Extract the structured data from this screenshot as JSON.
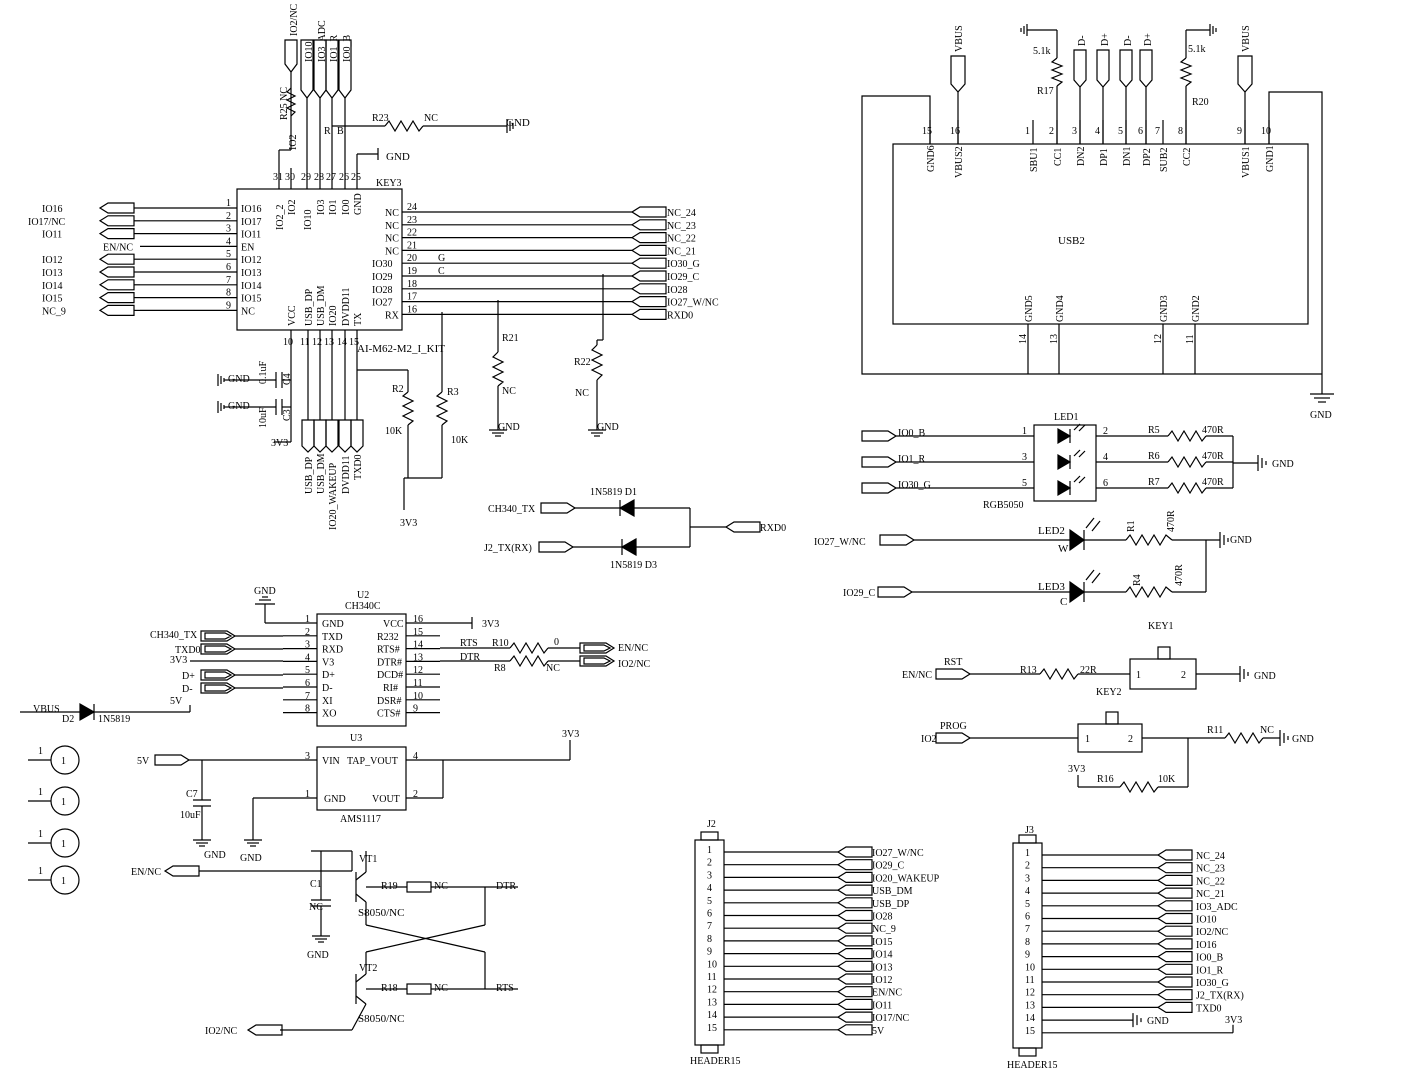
{
  "u1": {
    "name": "AI-M62-M2_I_KIT",
    "left_pins": [
      {
        "num": "1",
        "name": "IO16",
        "net": "IO16"
      },
      {
        "num": "2",
        "name": "IO17",
        "net": "IO17/NC"
      },
      {
        "num": "3",
        "name": "IO11",
        "net": "IO11"
      },
      {
        "num": "4",
        "name": "EN",
        "net": "EN/NC"
      },
      {
        "num": "5",
        "name": "IO12",
        "net": "IO12"
      },
      {
        "num": "6",
        "name": "IO13",
        "net": "IO13"
      },
      {
        "num": "7",
        "name": "IO14",
        "net": "IO14"
      },
      {
        "num": "8",
        "name": "IO15",
        "net": "IO15"
      },
      {
        "num": "9",
        "name": "NC",
        "net": "NC_9"
      }
    ],
    "right_pins": [
      {
        "num": "24",
        "name": "NC",
        "net": "NC_24",
        "tag": ""
      },
      {
        "num": "23",
        "name": "NC",
        "net": "NC_23",
        "tag": ""
      },
      {
        "num": "22",
        "name": "NC",
        "net": "NC_22",
        "tag": ""
      },
      {
        "num": "21",
        "name": "NC",
        "net": "NC_21",
        "tag": ""
      },
      {
        "num": "20",
        "name": "IO30",
        "net": "IO30_G",
        "tag": "G"
      },
      {
        "num": "19",
        "name": "IO29",
        "net": "IO29_C",
        "tag": "C"
      },
      {
        "num": "18",
        "name": "IO28",
        "net": "IO28",
        "tag": ""
      },
      {
        "num": "17",
        "name": "IO27",
        "net": "IO27_W/NC",
        "tag": ""
      },
      {
        "num": "16",
        "name": "RX",
        "net": "RXD0",
        "tag": ""
      }
    ],
    "top_pins": [
      {
        "num": "31",
        "name": "IO2_2"
      },
      {
        "num": "30",
        "name": "IO2"
      },
      {
        "num": "29",
        "name": "IO10"
      },
      {
        "num": "28",
        "name": "IO3"
      },
      {
        "num": "27",
        "name": "IO1"
      },
      {
        "num": "26",
        "name": "IO0"
      },
      {
        "num": "25",
        "name": "GND"
      }
    ],
    "top_nets": [
      "IO2/NC",
      "IO10",
      "IO3_ADC",
      "IO1_R",
      "IO0_B"
    ],
    "bottom_pins": [
      {
        "num": "10",
        "name": "VCC"
      },
      {
        "num": "11",
        "name": "USB_DP"
      },
      {
        "num": "12",
        "name": "USB_DM"
      },
      {
        "num": "13",
        "name": "IO20"
      },
      {
        "num": "14",
        "name": "DVDD11"
      },
      {
        "num": "15",
        "name": "TX"
      }
    ],
    "bottom_nets": [
      "USB_DP",
      "USB_DM",
      "IO20_WAKEUP",
      "DVDD11",
      "TXD0"
    ],
    "r25": "R25 NC",
    "r23": "R23",
    "r23_val": "NC",
    "gnd": "GND",
    "key3": "KEY3",
    "r_lbl": "R",
    "b_lbl": "B",
    "io2_lbl": "IO2",
    "gnd_c4": "GND",
    "gnd_c3": "GND",
    "c4": "C4",
    "c4_val": "0.1uF",
    "c3": "C3",
    "c3_val": "10uF",
    "v3v3": "3V3",
    "r2": "R2",
    "r2_val": "10K",
    "r3": "R3",
    "r3_val": "10K",
    "v3v3_b": "3V3",
    "r21": "R21",
    "r21_val": "NC",
    "r22": "R22",
    "r22_val": "NC",
    "gnd_r21": "GND",
    "gnd_r22": "GND"
  },
  "diodes": {
    "d1": "1N5819 D1",
    "d3": "1N5819 D3",
    "ch340_tx": "CH340_TX",
    "j2_tx": "J2_TX(RX)",
    "rxd0": "RXD0"
  },
  "usb2": {
    "name": "USB2",
    "top_pins": [
      {
        "num": "15",
        "name": "GND6"
      },
      {
        "num": "16",
        "name": "VBUS2"
      },
      {
        "num": "1",
        "name": "SBU1"
      },
      {
        "num": "2",
        "name": "CC1"
      },
      {
        "num": "3",
        "name": "DN2"
      },
      {
        "num": "4",
        "name": "DP1"
      },
      {
        "num": "5",
        "name": "DN1"
      },
      {
        "num": "6",
        "name": "DP2"
      },
      {
        "num": "7",
        "name": "SUB2"
      },
      {
        "num": "8",
        "name": "CC2"
      },
      {
        "num": "9",
        "name": "VBUS1"
      },
      {
        "num": "10",
        "name": "GND1"
      }
    ],
    "bottom_pins": [
      {
        "num": "14",
        "name": "GND5"
      },
      {
        "num": "13",
        "name": "GND4"
      },
      {
        "num": "12",
        "name": "GND3"
      },
      {
        "num": "11",
        "name": "GND2"
      }
    ],
    "top_nets": [
      "VBUS",
      "D-",
      "D+",
      "D-",
      "D+",
      "VBUS"
    ],
    "r17": "R17",
    "r17_val": "5.1k",
    "r20": "R20",
    "r20_val": "5.1k",
    "gnd": "GND"
  },
  "led1": {
    "name": "LED1",
    "part": "RGB5050",
    "rows": [
      {
        "net": "IO0_B",
        "pin_in": "1",
        "pin_out": "2",
        "res": "R5",
        "val": "470R"
      },
      {
        "net": "IO1_R",
        "pin_in": "3",
        "pin_out": "4",
        "res": "R6",
        "val": "470R"
      },
      {
        "net": "IO30_G",
        "pin_in": "5",
        "pin_out": "6",
        "res": "R7",
        "val": "470R"
      }
    ],
    "gnd": "GND"
  },
  "led2": {
    "name": "LED2",
    "tag": "W",
    "net": "IO27_W/NC",
    "res": "R1",
    "val": "470R",
    "gnd": "GND"
  },
  "led3": {
    "name": "LED3",
    "tag": "C",
    "net": "IO29_C",
    "res": "R4",
    "val": "470R"
  },
  "key1": {
    "name": "KEY1",
    "net": "EN/NC",
    "sig": "RST",
    "res": "R13",
    "val": "22R",
    "p1": "1",
    "p2": "2",
    "gnd": "GND"
  },
  "key2": {
    "name": "KEY2",
    "net": "IO2",
    "sig": "PROG",
    "p1": "1",
    "p2": "2",
    "r11": "R11",
    "r11_val": "NC",
    "gnd": "GND",
    "v3v3": "3V3",
    "r16": "R16",
    "r16_val": "10K"
  },
  "u2": {
    "ref": "U2",
    "name": "CH340C",
    "left_pins": [
      {
        "num": "1",
        "name": "GND"
      },
      {
        "num": "2",
        "name": "TXD"
      },
      {
        "num": "3",
        "name": "RXD"
      },
      {
        "num": "4",
        "name": "V3"
      },
      {
        "num": "5",
        "name": "D+"
      },
      {
        "num": "6",
        "name": "D-"
      },
      {
        "num": "7",
        "name": "XI"
      },
      {
        "num": "8",
        "name": "XO"
      }
    ],
    "right_pins": [
      {
        "num": "16",
        "name": "VCC"
      },
      {
        "num": "15",
        "name": "R232"
      },
      {
        "num": "14",
        "name": "RTS#"
      },
      {
        "num": "13",
        "name": "DTR#"
      },
      {
        "num": "12",
        "name": "DCD#"
      },
      {
        "num": "11",
        "name": "RI#"
      },
      {
        "num": "10",
        "name": "DSR#"
      },
      {
        "num": "9",
        "name": "CTS#"
      }
    ],
    "gnd": "GND",
    "nets_left": [
      "CH340_TX",
      "TXD0",
      "3V3",
      "D+",
      "D-"
    ],
    "vcc_net": "3V3",
    "rts": "RTS",
    "dtr": "DTR",
    "r10": "R10",
    "r10_val": "0",
    "r8": "R8",
    "r8_val": "NC",
    "out1": "EN/NC",
    "out2": "IO2/NC"
  },
  "d2": {
    "vbus": "VBUS",
    "ref": "D2",
    "part": "1N5819",
    "out": "5V"
  },
  "u3": {
    "ref": "U3",
    "name": "AMS1117",
    "pin3": "3",
    "pin3_name": "VIN",
    "tap": "TAP_VOUT",
    "pin4": "4",
    "pin1": "1",
    "pin1_name": "GND",
    "pin2": "2",
    "pin2_name": "VOUT",
    "in": "5V",
    "out": "3V3",
    "c7": "C7",
    "c7_val": "10uF",
    "gnd1": "GND",
    "gnd2": "GND"
  },
  "mount_holes": [
    {
      "pin": "1",
      "num": "1"
    },
    {
      "pin": "1",
      "num": "1"
    },
    {
      "pin": "1",
      "num": "1"
    },
    {
      "pin": "1",
      "num": "1"
    }
  ],
  "auto": {
    "en": "EN/NC",
    "io2": "IO2/NC",
    "c1": "C1",
    "c1_val": "NC",
    "gnd": "GND",
    "vt1": "VT1",
    "vt2": "VT2",
    "q1": "S8050/NC",
    "q2": "S8050/NC",
    "r19": "R19",
    "r19_val": "NC",
    "r18": "R18",
    "r18_val": "NC",
    "dtr": "DTR",
    "rts": "RTS"
  },
  "j2": {
    "ref": "J2",
    "part": "HEADER15",
    "pins": [
      "1",
      "2",
      "3",
      "4",
      "5",
      "6",
      "7",
      "8",
      "9",
      "10",
      "11",
      "12",
      "13",
      "14",
      "15"
    ],
    "nets": [
      "IO27_W/NC",
      "IO29_C",
      "IO20_WAKEUP",
      "USB_DM",
      "USB_DP",
      "IO28",
      "NC_9",
      "IO15",
      "IO14",
      "IO13",
      "IO12",
      "EN/NC",
      "IO11",
      "IO17/NC",
      "5V"
    ]
  },
  "j3": {
    "ref": "J3",
    "part": "HEADER15",
    "pins": [
      "1",
      "2",
      "3",
      "4",
      "5",
      "6",
      "7",
      "8",
      "9",
      "10",
      "11",
      "12",
      "13",
      "14",
      "15"
    ],
    "nets": [
      "NC_24",
      "NC_23",
      "NC_22",
      "NC_21",
      "IO3_ADC",
      "IO10",
      "IO2/NC",
      "IO16",
      "IO0_B",
      "IO1_R",
      "IO30_G",
      "J2_TX(RX)",
      "TXD0",
      "GND",
      "3V3"
    ]
  }
}
